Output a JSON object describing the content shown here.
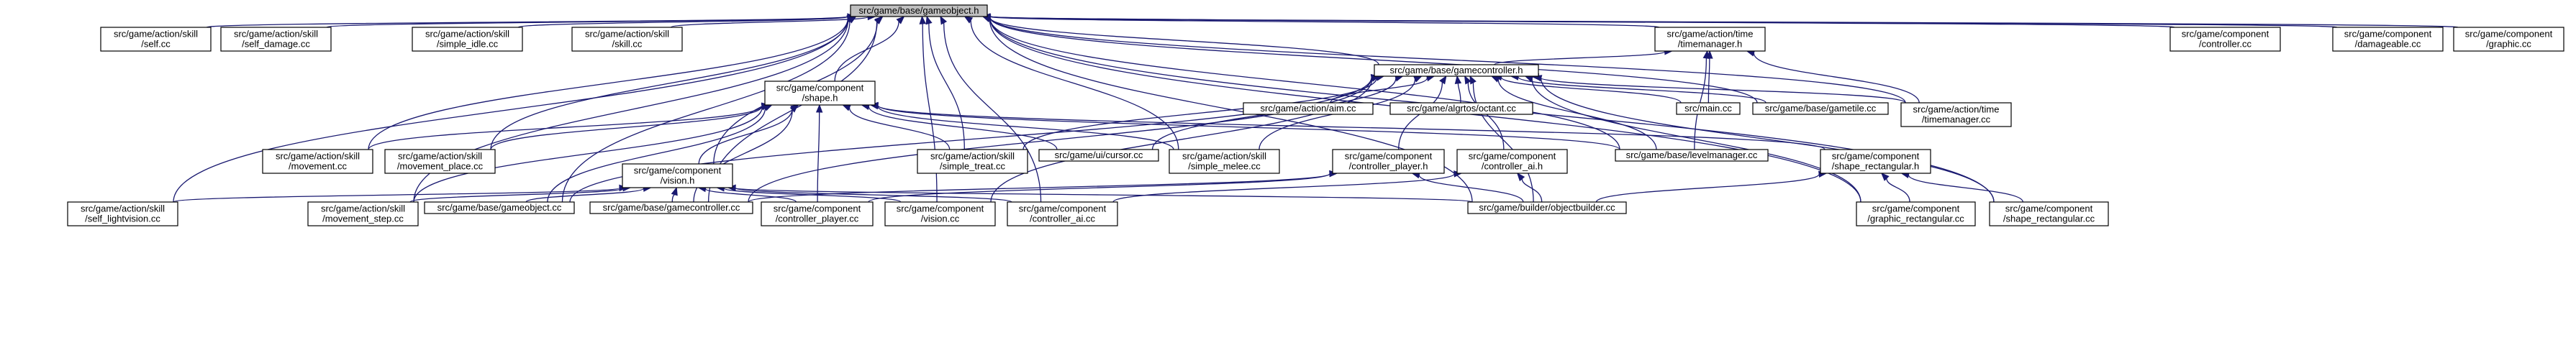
{
  "diagram": {
    "nodes": [
      {
        "id": "gameobject_h",
        "lines": [
          "src/game/base/gameobject.h"
        ],
        "root": true
      },
      {
        "id": "self_cc",
        "lines": [
          "src/game/action/skill",
          "/self.cc"
        ]
      },
      {
        "id": "self_damage_cc",
        "lines": [
          "src/game/action/skill",
          "/self_damage.cc"
        ]
      },
      {
        "id": "simple_idle_cc",
        "lines": [
          "src/game/action/skill",
          "/simple_idle.cc"
        ]
      },
      {
        "id": "skill_cc",
        "lines": [
          "src/game/action/skill",
          "/skill.cc"
        ]
      },
      {
        "id": "timemanager_h",
        "lines": [
          "src/game/action/time",
          "/timemanager.h"
        ]
      },
      {
        "id": "controller_cc",
        "lines": [
          "src/game/component",
          "/controller.cc"
        ]
      },
      {
        "id": "damageable_cc",
        "lines": [
          "src/game/component",
          "/damageable.cc"
        ]
      },
      {
        "id": "graphic_cc",
        "lines": [
          "src/game/component",
          "/graphic.cc"
        ]
      },
      {
        "id": "gamecontroller_h",
        "lines": [
          "src/game/base/gamecontroller.h"
        ]
      },
      {
        "id": "shape_h",
        "lines": [
          "src/game/component",
          "/shape.h"
        ]
      },
      {
        "id": "aim_cc",
        "lines": [
          "src/game/action/aim.cc"
        ]
      },
      {
        "id": "octant_cc",
        "lines": [
          "src/game/algrtos/octant.cc"
        ]
      },
      {
        "id": "main_cc",
        "lines": [
          "src/main.cc"
        ]
      },
      {
        "id": "gametile_cc",
        "lines": [
          "src/game/base/gametile.cc"
        ]
      },
      {
        "id": "timemanager_cc",
        "lines": [
          "src/game/action/time",
          "/timemanager.cc"
        ]
      },
      {
        "id": "movement_cc",
        "lines": [
          "src/game/action/skill",
          "/movement.cc"
        ]
      },
      {
        "id": "movement_place_cc",
        "lines": [
          "src/game/action/skill",
          "/movement_place.cc"
        ]
      },
      {
        "id": "simple_treat_cc",
        "lines": [
          "src/game/action/skill",
          "/simple_treat.cc"
        ]
      },
      {
        "id": "cursor_cc",
        "lines": [
          "src/game/ui/cursor.cc"
        ]
      },
      {
        "id": "simple_melee_cc",
        "lines": [
          "src/game/action/skill",
          "/simple_melee.cc"
        ]
      },
      {
        "id": "controller_player_h",
        "lines": [
          "src/game/component",
          "/controller_player.h"
        ]
      },
      {
        "id": "controller_ai_h",
        "lines": [
          "src/game/component",
          "/controller_ai.h"
        ]
      },
      {
        "id": "levelmanager_cc",
        "lines": [
          "src/game/base/levelmanager.cc"
        ]
      },
      {
        "id": "shape_rectangular_h",
        "lines": [
          "src/game/component",
          "/shape_rectangular.h"
        ]
      },
      {
        "id": "vision_h",
        "lines": [
          "src/game/component",
          "/vision.h"
        ]
      },
      {
        "id": "self_lightvision_cc",
        "lines": [
          "src/game/action/skill",
          "/self_lightvision.cc"
        ]
      },
      {
        "id": "movement_step_cc",
        "lines": [
          "src/game/action/skill",
          "/movement_step.cc"
        ]
      },
      {
        "id": "gameobject_cc",
        "lines": [
          "src/game/base/gameobject.cc"
        ]
      },
      {
        "id": "gamecontroller_cc",
        "lines": [
          "src/game/base/gamecontroller.cc"
        ]
      },
      {
        "id": "controller_player_cc",
        "lines": [
          "src/game/component",
          "/controller_player.cc"
        ]
      },
      {
        "id": "vision_cc",
        "lines": [
          "src/game/component",
          "/vision.cc"
        ]
      },
      {
        "id": "controller_ai_cc",
        "lines": [
          "src/game/component",
          "/controller_ai.cc"
        ]
      },
      {
        "id": "objectbuilder_cc",
        "lines": [
          "src/game/builder/objectbuilder.cc"
        ]
      },
      {
        "id": "graphic_rectangular_cc",
        "lines": [
          "src/game/component",
          "/graphic_rectangular.cc"
        ]
      },
      {
        "id": "shape_rectangular_cc",
        "lines": [
          "src/game/component",
          "/shape_rectangular.cc"
        ]
      }
    ],
    "edges": [
      [
        "self_cc",
        "gameobject_h"
      ],
      [
        "self_damage_cc",
        "gameobject_h"
      ],
      [
        "simple_idle_cc",
        "gameobject_h"
      ],
      [
        "skill_cc",
        "gameobject_h"
      ],
      [
        "timemanager_h",
        "gameobject_h"
      ],
      [
        "controller_cc",
        "gameobject_h"
      ],
      [
        "damageable_cc",
        "gameobject_h"
      ],
      [
        "graphic_cc",
        "gameobject_h"
      ],
      [
        "gamecontroller_h",
        "gameobject_h"
      ],
      [
        "shape_h",
        "gameobject_h"
      ],
      [
        "gametile_cc",
        "gameobject_h"
      ],
      [
        "timemanager_cc",
        "gameobject_h"
      ],
      [
        "movement_cc",
        "gameobject_h"
      ],
      [
        "movement_place_cc",
        "gameobject_h"
      ],
      [
        "simple_treat_cc",
        "gameobject_h"
      ],
      [
        "simple_melee_cc",
        "gameobject_h"
      ],
      [
        "levelmanager_cc",
        "gameobject_h"
      ],
      [
        "vision_h",
        "gameobject_h"
      ],
      [
        "self_lightvision_cc",
        "gameobject_h"
      ],
      [
        "movement_step_cc",
        "gameobject_h"
      ],
      [
        "gameobject_cc",
        "gameobject_h"
      ],
      [
        "gamecontroller_cc",
        "gameobject_h"
      ],
      [
        "vision_cc",
        "gameobject_h"
      ],
      [
        "controller_ai_cc",
        "gameobject_h"
      ],
      [
        "objectbuilder_cc",
        "gameobject_h"
      ],
      [
        "graphic_rectangular_cc",
        "gameobject_h"
      ],
      [
        "shape_rectangular_cc",
        "gameobject_h"
      ],
      [
        "gamecontroller_h",
        "timemanager_h"
      ],
      [
        "main_cc",
        "timemanager_h"
      ],
      [
        "timemanager_cc",
        "timemanager_h"
      ],
      [
        "levelmanager_cc",
        "timemanager_h"
      ],
      [
        "aim_cc",
        "gamecontroller_h"
      ],
      [
        "octant_cc",
        "gamecontroller_h"
      ],
      [
        "main_cc",
        "gamecontroller_h"
      ],
      [
        "gametile_cc",
        "gamecontroller_h"
      ],
      [
        "timemanager_cc",
        "gamecontroller_h"
      ],
      [
        "simple_treat_cc",
        "gamecontroller_h"
      ],
      [
        "cursor_cc",
        "gamecontroller_h"
      ],
      [
        "simple_melee_cc",
        "gamecontroller_h"
      ],
      [
        "controller_player_h",
        "gamecontroller_h"
      ],
      [
        "controller_ai_h",
        "gamecontroller_h"
      ],
      [
        "levelmanager_cc",
        "gamecontroller_h"
      ],
      [
        "gameobject_cc",
        "gamecontroller_h"
      ],
      [
        "gamecontroller_cc",
        "gamecontroller_h"
      ],
      [
        "vision_cc",
        "gamecontroller_h"
      ],
      [
        "objectbuilder_cc",
        "gamecontroller_h"
      ],
      [
        "graphic_rectangular_cc",
        "gamecontroller_h"
      ],
      [
        "shape_rectangular_cc",
        "gamecontroller_h"
      ],
      [
        "movement_cc",
        "shape_h"
      ],
      [
        "movement_place_cc",
        "shape_h"
      ],
      [
        "simple_treat_cc",
        "shape_h"
      ],
      [
        "cursor_cc",
        "shape_h"
      ],
      [
        "simple_melee_cc",
        "shape_h"
      ],
      [
        "levelmanager_cc",
        "shape_h"
      ],
      [
        "shape_rectangular_h",
        "shape_h"
      ],
      [
        "vision_h",
        "shape_h"
      ],
      [
        "movement_step_cc",
        "shape_h"
      ],
      [
        "gameobject_cc",
        "shape_h"
      ],
      [
        "gamecontroller_cc",
        "shape_h"
      ],
      [
        "controller_player_cc",
        "shape_h"
      ],
      [
        "self_lightvision_cc",
        "vision_h"
      ],
      [
        "movement_step_cc",
        "vision_h"
      ],
      [
        "gameobject_cc",
        "vision_h"
      ],
      [
        "gamecontroller_cc",
        "vision_h"
      ],
      [
        "controller_player_cc",
        "vision_h"
      ],
      [
        "vision_cc",
        "vision_h"
      ],
      [
        "controller_ai_cc",
        "vision_h"
      ],
      [
        "objectbuilder_cc",
        "vision_h"
      ],
      [
        "controller_player_cc",
        "controller_player_h"
      ],
      [
        "gamecontroller_cc",
        "controller_player_h"
      ],
      [
        "objectbuilder_cc",
        "controller_player_h"
      ],
      [
        "controller_ai_cc",
        "controller_ai_h"
      ],
      [
        "objectbuilder_cc",
        "controller_ai_h"
      ],
      [
        "graphic_rectangular_cc",
        "shape_rectangular_h"
      ],
      [
        "shape_rectangular_cc",
        "shape_rectangular_h"
      ],
      [
        "objectbuilder_cc",
        "shape_rectangular_h"
      ]
    ]
  }
}
